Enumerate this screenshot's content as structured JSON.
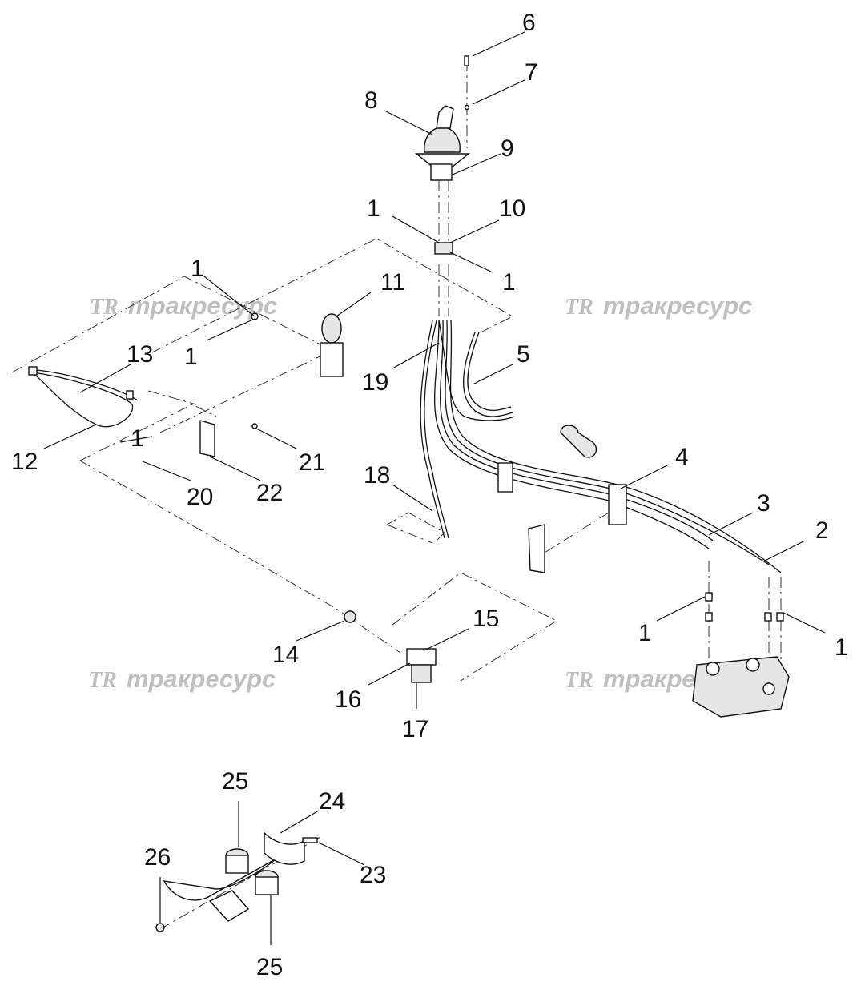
{
  "watermark": {
    "logo": "TR",
    "text": "тракресурс"
  },
  "callouts": {
    "c1a": "1",
    "c1b": "1",
    "c1c": "1",
    "c1d": "1",
    "c1e": "1",
    "c1f": "1",
    "c1g": "1",
    "c2": "2",
    "c3": "3",
    "c4": "4",
    "c5": "5",
    "c6": "6",
    "c7": "7",
    "c8": "8",
    "c9": "9",
    "c10": "10",
    "c11": "11",
    "c12": "12",
    "c13": "13",
    "c14": "14",
    "c15": "15",
    "c16": "16",
    "c17": "17",
    "c18": "18",
    "c19": "19",
    "c20": "20",
    "c21": "21",
    "c22": "22",
    "c23": "23",
    "c24": "24",
    "c25a": "25",
    "c25b": "25",
    "c26": "26"
  }
}
